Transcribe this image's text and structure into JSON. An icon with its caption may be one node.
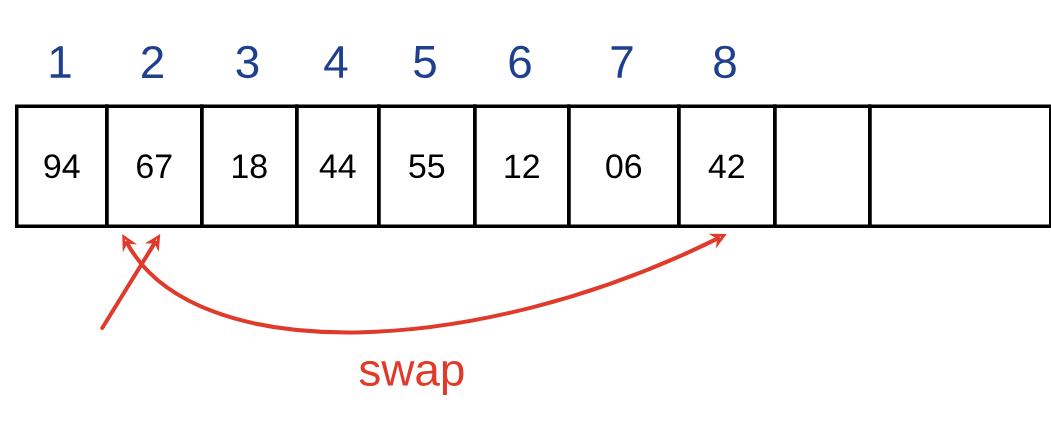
{
  "diagram": {
    "nodes": [
      {
        "text": [
          "94"
        ],
        "beside": [
          "1"
        ]
      },
      {
        "text": [
          "67"
        ],
        "beside": [
          "2"
        ]
      },
      {
        "text": [
          "18"
        ],
        "beside": [
          "3"
        ]
      },
      {
        "text": [
          "44"
        ],
        "beside": [
          "4"
        ]
      },
      {
        "text": [
          "55"
        ],
        "beside": [
          "5"
        ]
      },
      {
        "text": [
          "12"
        ],
        "beside": [
          "6"
        ]
      },
      {
        "text": [
          "06"
        ],
        "beside": [
          "7"
        ]
      },
      {
        "text": [
          "42"
        ],
        "beside": [
          "8"
        ]
      },
      {
        "text": [],
        "shape": "box"
      },
      {
        "text": [],
        "shape": "box"
      }
    ],
    "edges": [
      {
        "from": 1,
        "to": 7,
        "arrow": "both",
        "label": "swap"
      },
      {
        "from": null,
        "to": 1,
        "arrow": "to"
      }
    ]
  }
}
